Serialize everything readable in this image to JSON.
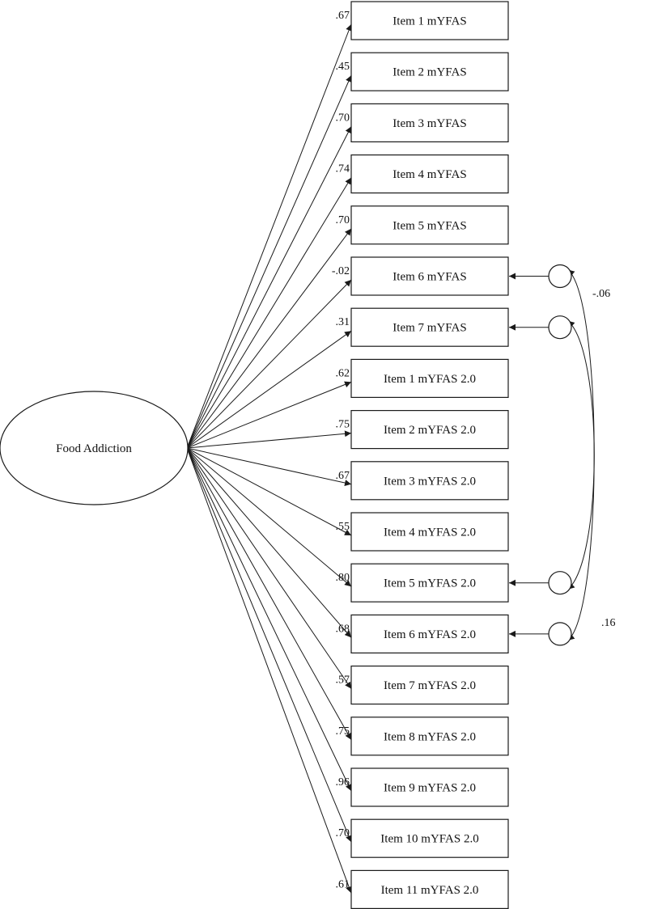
{
  "latent": {
    "label": "Food Addiction"
  },
  "items": [
    {
      "label": "Item 1 mYFAS",
      "loading": ".67"
    },
    {
      "label": "Item 2 mYFAS",
      "loading": ".45"
    },
    {
      "label": "Item 3 mYFAS",
      "loading": ".70"
    },
    {
      "label": "Item 4 mYFAS",
      "loading": ".74"
    },
    {
      "label": "Item 5 mYFAS",
      "loading": ".70"
    },
    {
      "label": "Item 6 mYFAS",
      "loading": "-.02"
    },
    {
      "label": "Item 7 mYFAS",
      "loading": ".31"
    },
    {
      "label": "Item 1 mYFAS 2.0",
      "loading": ".62"
    },
    {
      "label": "Item 2 mYFAS 2.0",
      "loading": ".75"
    },
    {
      "label": "Item 3 mYFAS 2.0",
      "loading": ".67"
    },
    {
      "label": "Item 4 mYFAS 2.0",
      "loading": ".55"
    },
    {
      "label": "Item 5 mYFAS 2.0",
      "loading": ".80"
    },
    {
      "label": "Item 6 mYFAS 2.0",
      "loading": ".68"
    },
    {
      "label": "Item 7 mYFAS 2.0",
      "loading": ".57"
    },
    {
      "label": "Item 8 mYFAS 2.0",
      "loading": ".75"
    },
    {
      "label": "Item 9 mYFAS 2.0",
      "loading": ".96"
    },
    {
      "label": "Item 10 mYFAS 2.0",
      "loading": ".70"
    },
    {
      "label": "Item 11 mYFAS 2.0",
      "loading": ".61"
    }
  ],
  "error_terms_on_items": [
    6,
    7,
    12,
    13
  ],
  "covariances": [
    {
      "between": [
        6,
        13
      ],
      "value": "-.06"
    },
    {
      "between": [
        7,
        12
      ],
      "value": ".16"
    }
  ]
}
